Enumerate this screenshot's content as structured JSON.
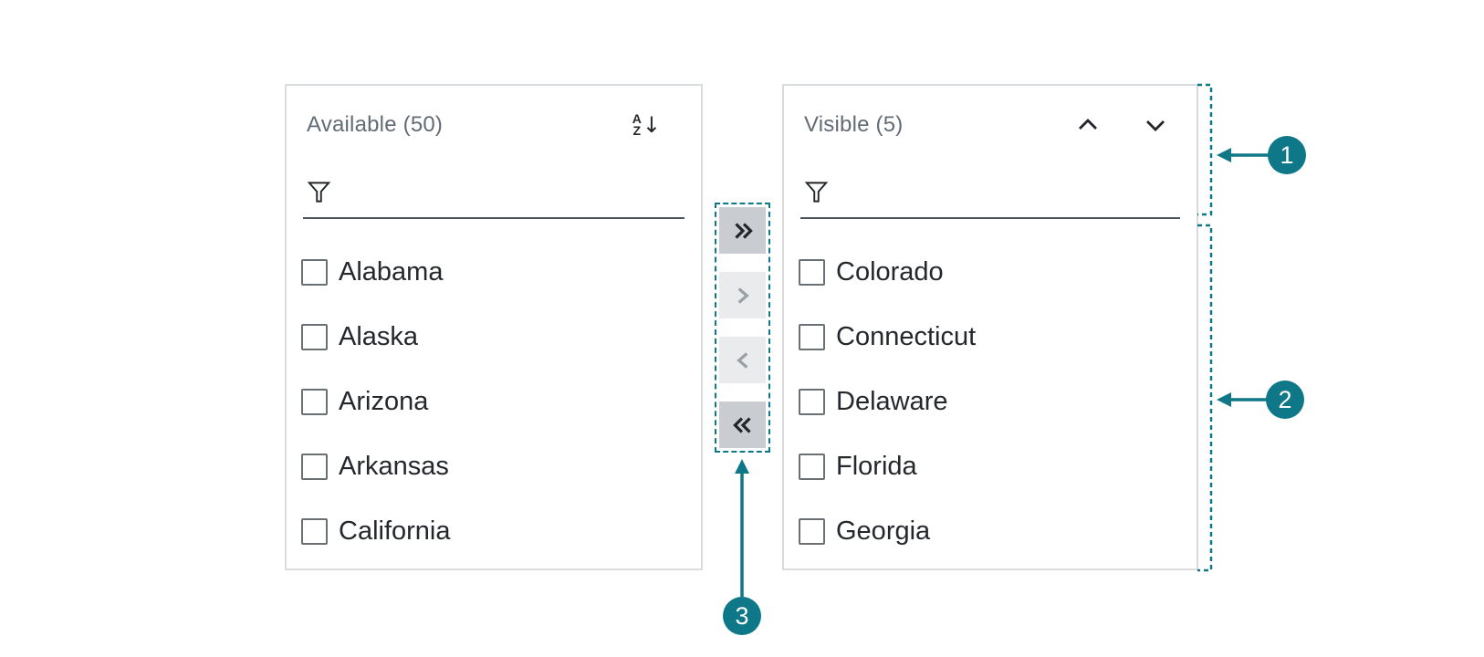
{
  "colors": {
    "accent_teal": "#0e7788",
    "panel_border": "#d9dcde",
    "title_gray": "#626b76",
    "item_text": "#24282c",
    "button_enabled_bg": "#c9cdd1",
    "button_disabled_bg": "#e9ebed"
  },
  "available_panel": {
    "title": "Available (50)",
    "sort_icon": {
      "letter_top": "A",
      "letter_bottom": "Z",
      "arrow": "↓"
    },
    "filter_value": "",
    "items": [
      {
        "label": "Alabama",
        "checked": false
      },
      {
        "label": "Alaska",
        "checked": false
      },
      {
        "label": "Arizona",
        "checked": false
      },
      {
        "label": "Arkansas",
        "checked": false
      },
      {
        "label": "California",
        "checked": false
      }
    ]
  },
  "visible_panel": {
    "title": "Visible (5)",
    "filter_value": "",
    "items": [
      {
        "label": "Colorado",
        "checked": false
      },
      {
        "label": "Connecticut",
        "checked": false
      },
      {
        "label": "Delaware",
        "checked": false
      },
      {
        "label": "Florida",
        "checked": false
      },
      {
        "label": "Georgia",
        "checked": false
      }
    ]
  },
  "transfer_tools": {
    "buttons": [
      {
        "icon": "double-chevron-right-icon",
        "enabled": true
      },
      {
        "icon": "chevron-right-icon",
        "enabled": false
      },
      {
        "icon": "chevron-left-icon",
        "enabled": false
      },
      {
        "icon": "double-chevron-left-icon",
        "enabled": true
      }
    ]
  },
  "annotations": {
    "markers": [
      {
        "number": "1"
      },
      {
        "number": "2"
      },
      {
        "number": "3"
      }
    ]
  }
}
